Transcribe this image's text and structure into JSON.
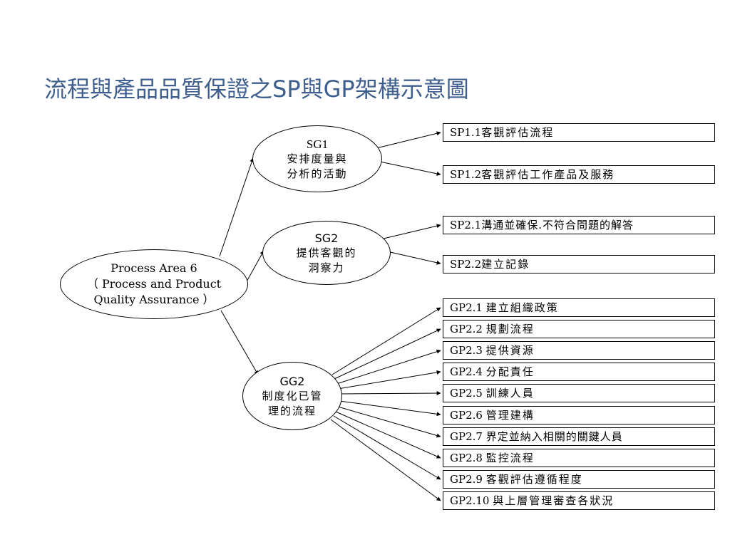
{
  "title": "流程與產品品質保證之SP與GP架構示意圖",
  "process_area": {
    "line1": "Process Area 6",
    "line2": "（ Process and Product",
    "line3": "Quality Assurance ）"
  },
  "goals": [
    {
      "id": "SG1",
      "line1": "安排度量與",
      "line2": "分析的活動"
    },
    {
      "id": "SG2",
      "line1": "提供客觀的",
      "line2": "洞察力"
    },
    {
      "id": "GG2",
      "line1": "制度化已管",
      "line2": "理的流程"
    }
  ],
  "practices": [
    {
      "code": "SP1.1",
      "text": "客觀評估流程"
    },
    {
      "code": "SP1.2",
      "text": "客觀評估工作產品及服務"
    },
    {
      "code": "SP2.1",
      "text": "溝通並確保.不符合問題的解答"
    },
    {
      "code": "SP2.2",
      "text": "建立記錄"
    },
    {
      "code": "GP2.1 ",
      "text": "建立組織政策"
    },
    {
      "code": "GP2.2 ",
      "text": "規劃流程"
    },
    {
      "code": "GP2.3 ",
      "text": "提供資源"
    },
    {
      "code": "GP2.4 ",
      "text": "分配責任"
    },
    {
      "code": "GP2.5 ",
      "text": "訓練人員"
    },
    {
      "code": "GP2.6 ",
      "text": "管理建構"
    },
    {
      "code": "GP2.7 ",
      "text": "界定並納入相關的關鍵人員"
    },
    {
      "code": "GP2.8 ",
      "text": "監控流程"
    },
    {
      "code": "GP2.9 ",
      "text": "客觀評估遵循程度"
    },
    {
      "code": "GP2.10 ",
      "text": "與上層管理審查各狀況"
    }
  ]
}
